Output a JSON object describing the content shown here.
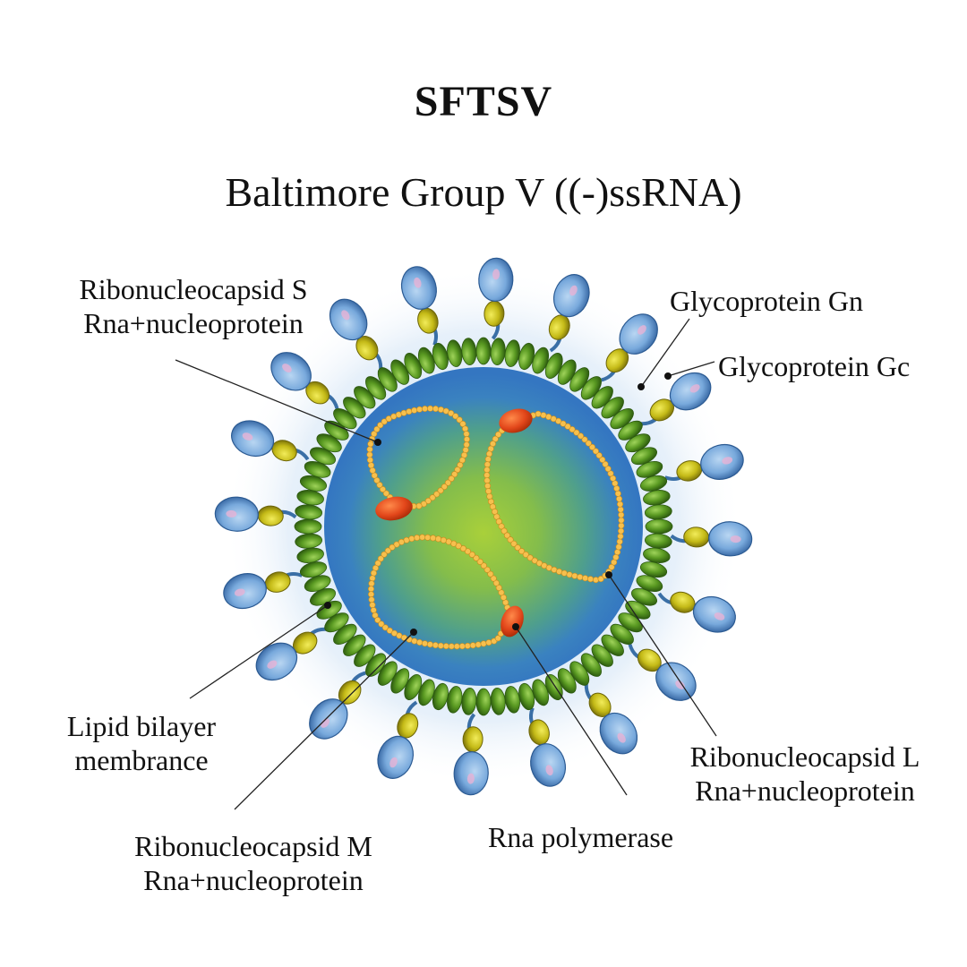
{
  "title": "SFTSV",
  "subtitle": "Baltimore Group V ((-)ssRNA)",
  "labels": {
    "ribo_s": {
      "line1": "Ribonucleocapsid S",
      "line2": "Rna+nucleoprotein"
    },
    "gly_gn": "Glycoprotein Gn",
    "gly_gc": "Glycoprotein Gc",
    "lipid": {
      "line1": "Lipid bilayer",
      "line2": "membrance"
    },
    "ribo_l": {
      "line1": "Ribonucleocapsid L",
      "line2": "Rna+nucleoprotein"
    },
    "rna_pol": "Rna polymerase",
    "ribo_m": {
      "line1": "Ribonucleocapsid M",
      "line2": "Rna+nucleoprotein"
    }
  },
  "colors": {
    "halo": "#dbe9f6",
    "outer_blue": "#3f7fc4",
    "inner_green": "#a6cd3c",
    "membrane_green": "#4f8a1e",
    "gc_blue": "#7fb0e0",
    "gn_yellow": "#c9c21a",
    "rna_orange": "#f2b33d",
    "polymerase_red": "#e04a1a"
  }
}
